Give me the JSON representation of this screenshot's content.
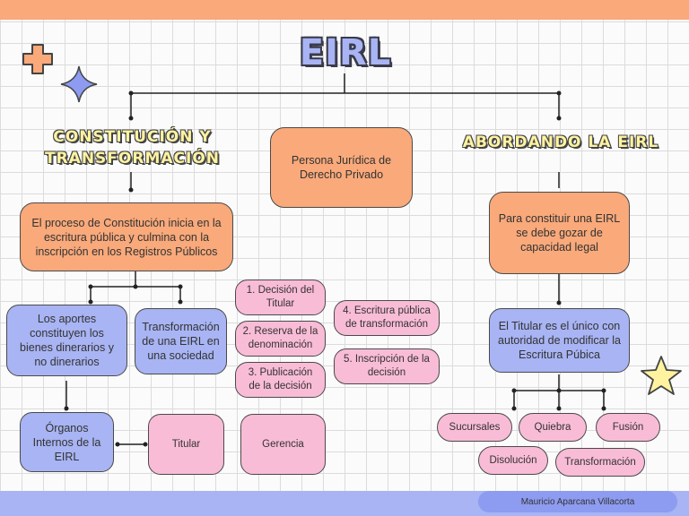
{
  "title": "EIRL",
  "left_heading": "CONSTITUCIÓN Y TRANSFORMACIÓN",
  "right_heading": "ABORDANDO LA EIRL",
  "center_box": "Persona Jurídica de Derecho Privado",
  "left": {
    "process": "El proceso de Constitución inicia en la escritura pública y culmina con la inscripción en los Registros Públicos",
    "aportes": "Los aportes constituyen los bienes dinerarios y no dinerarios",
    "transformacion": "Transformación de una EIRL en una sociedad",
    "organos": "Órganos Internos de la EIRL",
    "titular": "Titular",
    "gerencia": "Gerencia"
  },
  "steps": [
    "1.  Decisión del Titular",
    "2. Reserva de la denominación",
    "3. Publicación de la decisión",
    "4. Escritura pública de transformación",
    "5. Inscripción de la decisión"
  ],
  "right": {
    "capacidad": "Para constituir una EIRL se debe gozar de capacidad legal",
    "titular_autoridad": "El Titular es el único con autoridad de modificar la Escritura Púbica",
    "options": [
      "Sucursales",
      "Quiebra",
      "Fusión",
      "Disolución",
      "Transformación"
    ]
  },
  "author": "Mauricio Aparcana Villacorta",
  "colors": {
    "orange": "#f9a97a",
    "blue": "#a8b4f3",
    "pink": "#f9bcd6",
    "yellow": "#fff3a0"
  }
}
